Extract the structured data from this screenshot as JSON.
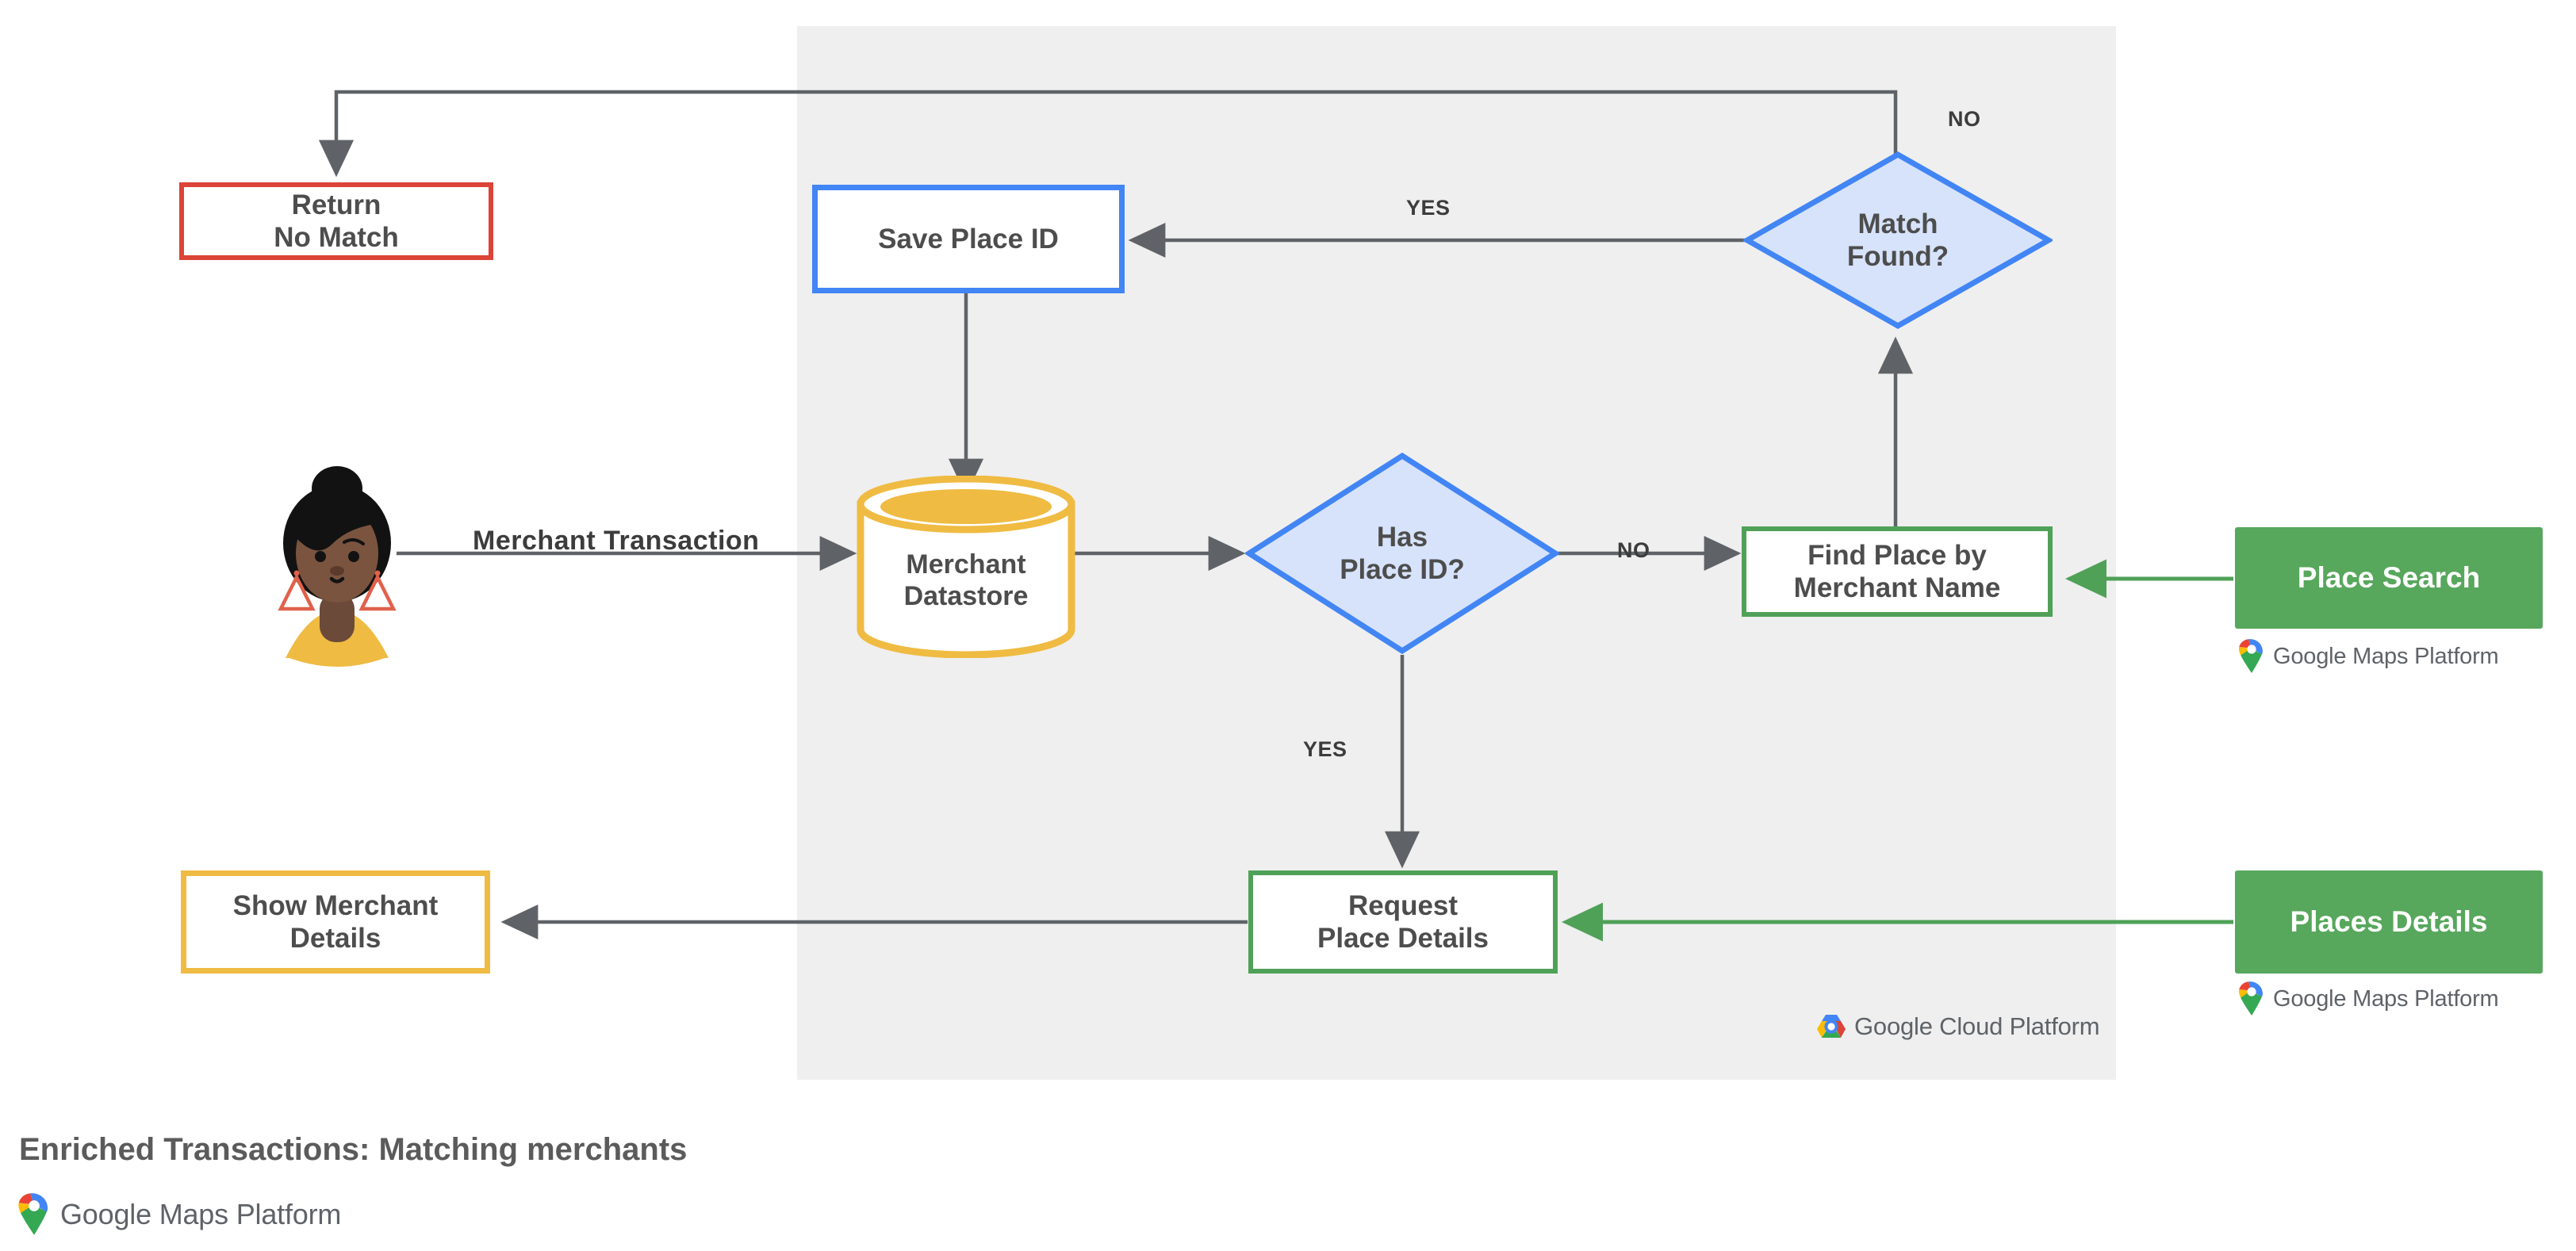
{
  "diagram": {
    "caption": "Enriched Transactions: Matching merchants",
    "panel_label": "Google Cloud Platform",
    "colors": {
      "panel_bg": "#EFEFEF",
      "red": "#DB4437",
      "blue": "#4285F4",
      "blue_fill": "#D7E3FB",
      "yellow": "#EFBB42",
      "green": "#4FA158",
      "green_fill": "#57A75C",
      "arrow_gray": "#5F6368",
      "text_gray": "#4D4D4D"
    },
    "actor": {
      "name": "customer-avatar",
      "alt": "Illustrated person avatar"
    },
    "nodes": [
      {
        "id": "return-no-match",
        "label_lines": [
          "Return",
          "No Match"
        ],
        "shape": "rect",
        "style": "red-outline"
      },
      {
        "id": "save-place-id",
        "label_lines": [
          "Save Place ID"
        ],
        "shape": "rect",
        "style": "blue-outline"
      },
      {
        "id": "match-found",
        "label_lines": [
          "Match",
          "Found?"
        ],
        "shape": "diamond",
        "style": "blue-filled"
      },
      {
        "id": "merchant-datastore",
        "label_lines": [
          "Merchant",
          "Datastore"
        ],
        "shape": "cylinder",
        "style": "yellow-outline"
      },
      {
        "id": "has-place-id",
        "label_lines": [
          "Has",
          "Place ID?"
        ],
        "shape": "diamond",
        "style": "blue-filled"
      },
      {
        "id": "find-place",
        "label_lines": [
          "Find Place by",
          "Merchant Name"
        ],
        "shape": "rect",
        "style": "green-outline"
      },
      {
        "id": "request-details",
        "label_lines": [
          "Request",
          "Place Details"
        ],
        "shape": "rect",
        "style": "green-outline"
      },
      {
        "id": "show-merchant",
        "label_lines": [
          "Show Merchant",
          "Details"
        ],
        "shape": "rect",
        "style": "yellow-outline"
      },
      {
        "id": "place-search",
        "label_lines": [
          "Place Search"
        ],
        "shape": "rect",
        "style": "green-solid"
      },
      {
        "id": "places-details",
        "label_lines": [
          "Places Details"
        ],
        "shape": "rect",
        "style": "green-solid"
      }
    ],
    "edge_labels": [
      {
        "id": "merchant-transaction",
        "text": "Merchant Transaction"
      },
      {
        "id": "match-found-no",
        "text": "NO"
      },
      {
        "id": "match-found-yes",
        "text": "YES"
      },
      {
        "id": "has-place-id-no",
        "text": "NO"
      },
      {
        "id": "has-place-id-yes",
        "text": "YES"
      }
    ],
    "branding": [
      {
        "id": "gmp-place-search",
        "text": "Google Maps Platform"
      },
      {
        "id": "gmp-places-details",
        "text": "Google Maps Platform"
      },
      {
        "id": "gcp-panel",
        "text": "Google Cloud Platform"
      },
      {
        "id": "gmp-footer",
        "text": "Google Maps Platform"
      }
    ]
  }
}
